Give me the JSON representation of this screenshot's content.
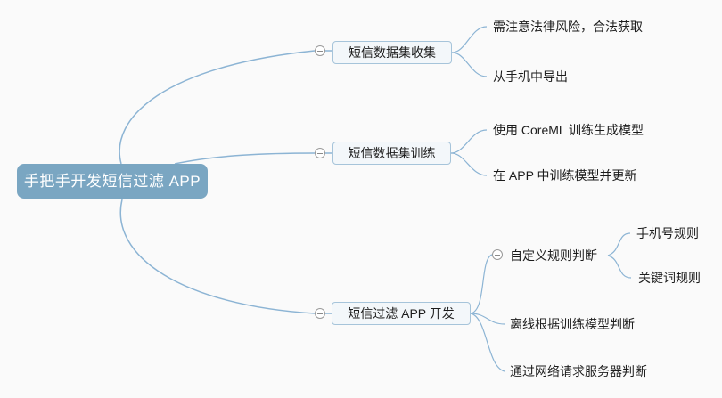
{
  "canvas": {
    "background_color": "#fafafa",
    "edge_color": "#8cb4d4",
    "root_fill_color": "#7aa6c2",
    "root_text_color": "#ffffff",
    "branch_fill_color": "#f3f7fa",
    "branch_border_color": "#a6c4da"
  },
  "root": {
    "label": "手把手开发短信过滤 APP",
    "children": [
      {
        "label": "短信数据集收集",
        "collapse_icon": "minus",
        "children": [
          {
            "label": "需注意法律风险，合法获取"
          },
          {
            "label": "从手机中导出"
          }
        ]
      },
      {
        "label": "短信数据集训练",
        "collapse_icon": "minus",
        "children": [
          {
            "label": "使用 CoreML 训练生成模型"
          },
          {
            "label": "在 APP 中训练模型并更新"
          }
        ]
      },
      {
        "label": "短信过滤 APP 开发",
        "collapse_icon": "minus",
        "children": [
          {
            "label": "自定义规则判断",
            "collapse_icon": "minus",
            "children": [
              {
                "label": "手机号规则"
              },
              {
                "label": "关键词规则"
              }
            ]
          },
          {
            "label": "离线根据训练模型判断"
          },
          {
            "label": "通过网络请求服务器判断"
          }
        ]
      }
    ]
  }
}
